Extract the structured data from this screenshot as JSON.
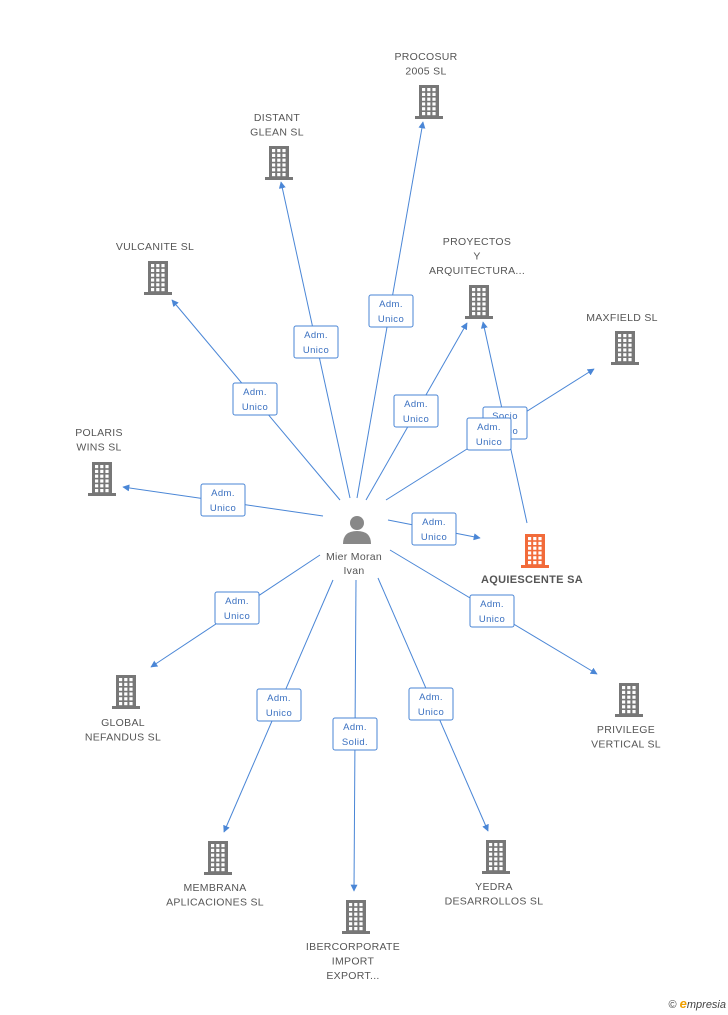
{
  "colors": {
    "edge": "#4a86d6",
    "node_default": "#777777",
    "node_highlight": "#f26b3a",
    "person": "#888888"
  },
  "center": {
    "id": "mier",
    "label_lines": [
      "Mier Moran",
      "Ivan"
    ],
    "icon": "person-icon"
  },
  "nodes": [
    {
      "id": "procosur",
      "label_lines": [
        "PROCOSUR",
        "2005 SL"
      ],
      "icon": "building-icon"
    },
    {
      "id": "distant",
      "label_lines": [
        "DISTANT",
        "GLEAN  SL"
      ],
      "icon": "building-icon"
    },
    {
      "id": "vulcanite",
      "label_lines": [
        "VULCANITE SL"
      ],
      "icon": "building-icon"
    },
    {
      "id": "proyectos",
      "label_lines": [
        "PROYECTOS",
        "Y",
        "ARQUITECTURA..."
      ],
      "icon": "building-icon"
    },
    {
      "id": "maxfield",
      "label_lines": [
        "MAXFIELD SL"
      ],
      "icon": "building-icon"
    },
    {
      "id": "polaris",
      "label_lines": [
        "POLARIS",
        "WINS  SL"
      ],
      "icon": "building-icon"
    },
    {
      "id": "aquiescente",
      "label_lines": [
        "AQUIESCENTE SA"
      ],
      "icon": "building-icon",
      "highlight": true
    },
    {
      "id": "global",
      "label_lines": [
        "GLOBAL",
        "NEFANDUS SL"
      ],
      "icon": "building-icon"
    },
    {
      "id": "privilege",
      "label_lines": [
        "PRIVILEGE",
        "VERTICAL  SL"
      ],
      "icon": "building-icon"
    },
    {
      "id": "membrana",
      "label_lines": [
        "MEMBRANA",
        "APLICACIONES SL"
      ],
      "icon": "building-icon"
    },
    {
      "id": "ibercorporate",
      "label_lines": [
        "IBERCORPORATE",
        "IMPORT",
        "EXPORT..."
      ],
      "icon": "building-icon"
    },
    {
      "id": "yedra",
      "label_lines": [
        "YEDRA",
        "DESARROLLOS SL"
      ],
      "icon": "building-icon"
    }
  ],
  "edges": [
    {
      "id": "e-procosur",
      "label_lines": [
        "Adm.",
        "Unico"
      ]
    },
    {
      "id": "e-distant",
      "label_lines": [
        "Adm.",
        "Unico"
      ]
    },
    {
      "id": "e-vulcanite",
      "label_lines": [
        "Adm.",
        "Unico"
      ]
    },
    {
      "id": "e-proyectos",
      "label_lines": [
        "Adm.",
        "Unico"
      ]
    },
    {
      "id": "e-aq-proyectos",
      "label_lines": [
        "Socio",
        "Único"
      ]
    },
    {
      "id": "e-maxfield",
      "label_lines": [
        "Adm.",
        "Unico"
      ]
    },
    {
      "id": "e-polaris",
      "label_lines": [
        "Adm.",
        "Unico"
      ]
    },
    {
      "id": "e-aquiescente",
      "label_lines": [
        "Adm.",
        "Unico"
      ]
    },
    {
      "id": "e-global",
      "label_lines": [
        "Adm.",
        "Unico"
      ]
    },
    {
      "id": "e-privilege",
      "label_lines": [
        "Adm.",
        "Unico"
      ]
    },
    {
      "id": "e-membrana",
      "label_lines": [
        "Adm.",
        "Unico"
      ]
    },
    {
      "id": "e-ibercorporate",
      "label_lines": [
        "Adm.",
        "Solid."
      ]
    },
    {
      "id": "e-yedra",
      "label_lines": [
        "Adm.",
        "Unico"
      ]
    }
  ],
  "watermark": {
    "copyright": "©",
    "brand_initial": "e",
    "brand_rest": "mpresia"
  }
}
